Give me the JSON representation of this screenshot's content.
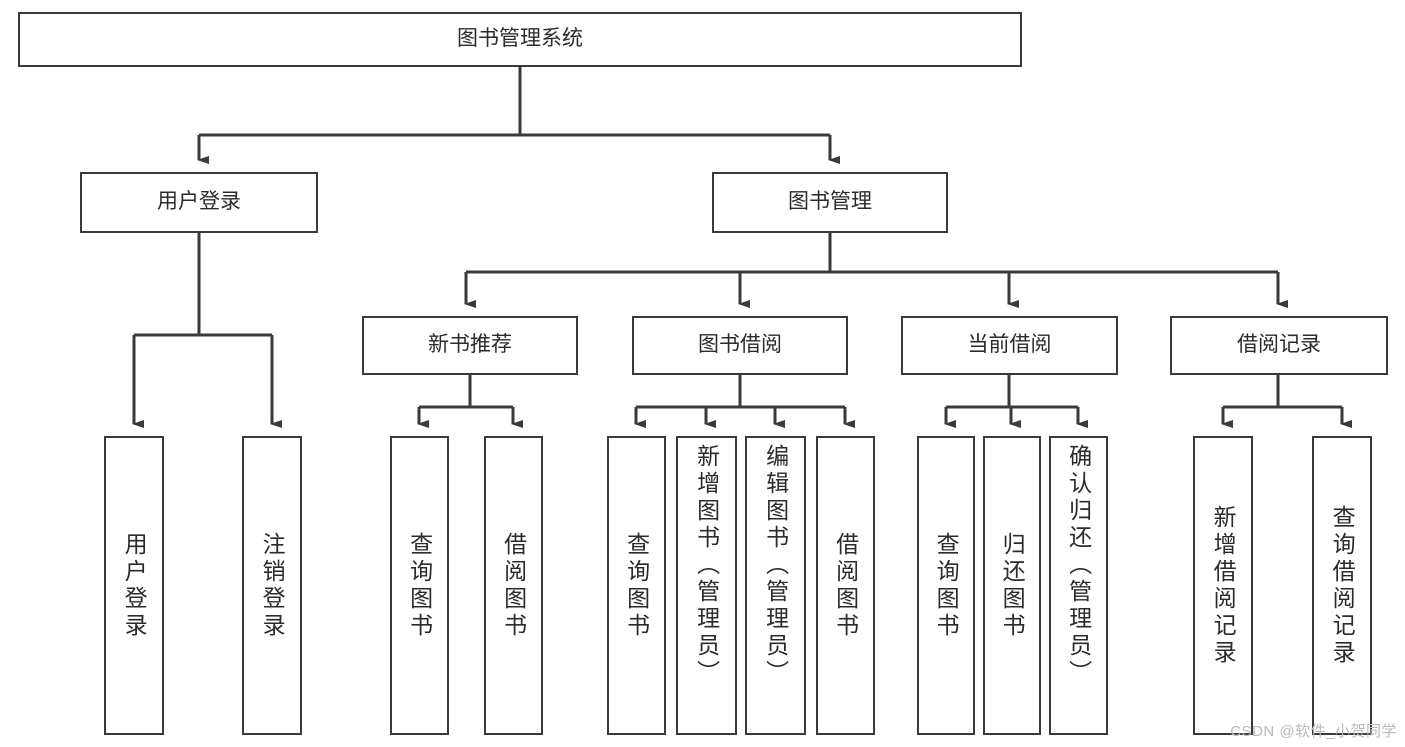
{
  "diagram": {
    "title": "图书管理系统",
    "watermark": "CSDN @软件_小贺同学",
    "stroke_color": "#3a3a3a",
    "text_color": "#2b2b2b",
    "background_color": "#ffffff",
    "levels": {
      "root": {
        "label": "图书管理系统"
      },
      "level1": [
        {
          "label": "用户登录"
        },
        {
          "label": "图书管理"
        }
      ],
      "level2": [
        {
          "label": "新书推荐"
        },
        {
          "label": "图书借阅"
        },
        {
          "label": "当前借阅"
        },
        {
          "label": "借阅记录"
        }
      ],
      "leaves": {
        "user_login": [
          {
            "label": "用户登录"
          },
          {
            "label": "注销登录"
          }
        ],
        "new_book_recommend": [
          {
            "label": "查询图书"
          },
          {
            "label": "借阅图书"
          }
        ],
        "book_borrow": [
          {
            "label": "查询图书"
          },
          {
            "label": "新增图书（管理员）"
          },
          {
            "label": "编辑图书（管理员）"
          },
          {
            "label": "借阅图书"
          }
        ],
        "current_borrow": [
          {
            "label": "查询图书"
          },
          {
            "label": "归还图书"
          },
          {
            "label": "确认归还（管理员）"
          }
        ],
        "borrow_record": [
          {
            "label": "新增借阅记录"
          },
          {
            "label": "查询借阅记录"
          }
        ]
      }
    }
  }
}
